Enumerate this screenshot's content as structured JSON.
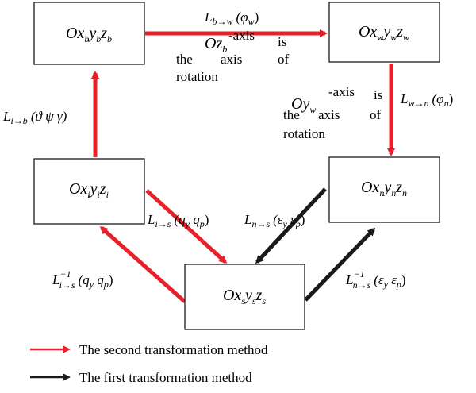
{
  "colors": {
    "red": "#e8202a",
    "black": "#1a1a1a"
  },
  "frames": {
    "b": {
      "base": "Ox",
      "s1": "b",
      "m1": "y",
      "s2": "b",
      "m2": "z",
      "s3": "b"
    },
    "w": {
      "base": "Ox",
      "s1": "w",
      "m1": "y",
      "s2": "w",
      "m2": "z",
      "s3": "w"
    },
    "i": {
      "base": "Ox",
      "s1": "i",
      "m1": "y",
      "s2": "i",
      "m2": "z",
      "s3": "i"
    },
    "n": {
      "base": "Ox",
      "s1": "n",
      "m1": "y",
      "s2": "n",
      "m2": "z",
      "s3": "n"
    },
    "s": {
      "base": "Ox",
      "s1": "s",
      "m1": "y",
      "s2": "s",
      "m2": "z",
      "s3": "s"
    }
  },
  "labels": {
    "b_to_w": {
      "L": "L",
      "sub": "b→w",
      "args": "(φ",
      "argsub": "w",
      "close": ")"
    },
    "w_to_n": {
      "L": "L",
      "sub": "w→n",
      "args": "(φ",
      "argsub": "n",
      "close": ")"
    },
    "i_to_b": {
      "L": "L",
      "sub": "i→b",
      "args": "(ϑ ψ γ)"
    },
    "i_to_s": {
      "L": "L",
      "sub": "i→s",
      "a1": "(q",
      "a1sub": "y",
      "a2": " q",
      "a2sub": "p",
      "close": ")"
    },
    "n_to_s": {
      "L": "L",
      "sub": "n→s",
      "a1": "(ε",
      "a1sub": "y",
      "a2": " ε",
      "a2sub": "p",
      "close": ")"
    },
    "s_to_i_inv": {
      "L": "L",
      "sup": "−1",
      "sub": "i→s",
      "a1": "(q",
      "a1sub": "y",
      "a2": " q",
      "a2sub": "p",
      "close": ")"
    },
    "s_to_n_inv": {
      "L": "L",
      "sup": "−1",
      "sub": "n→s",
      "a1": "(ε",
      "a1sub": "y",
      "a2": " ε",
      "a2sub": "p",
      "close": ")"
    }
  },
  "notes": {
    "top": {
      "axis_name": "Oz",
      "axis_sub": "b",
      "suffix": "-axis",
      "is": "is",
      "the": "the",
      "axis_word": "axis",
      "of": "of",
      "rotation": "rotation"
    },
    "right": {
      "axis_name": "Oy",
      "axis_sub": "w",
      "suffix": "-axis",
      "is": "is",
      "the": "the",
      "axis_word": "axis",
      "of": "of",
      "rotation": "rotation"
    }
  },
  "legend": {
    "second": "The second transformation method",
    "first": "The first transformation method"
  }
}
